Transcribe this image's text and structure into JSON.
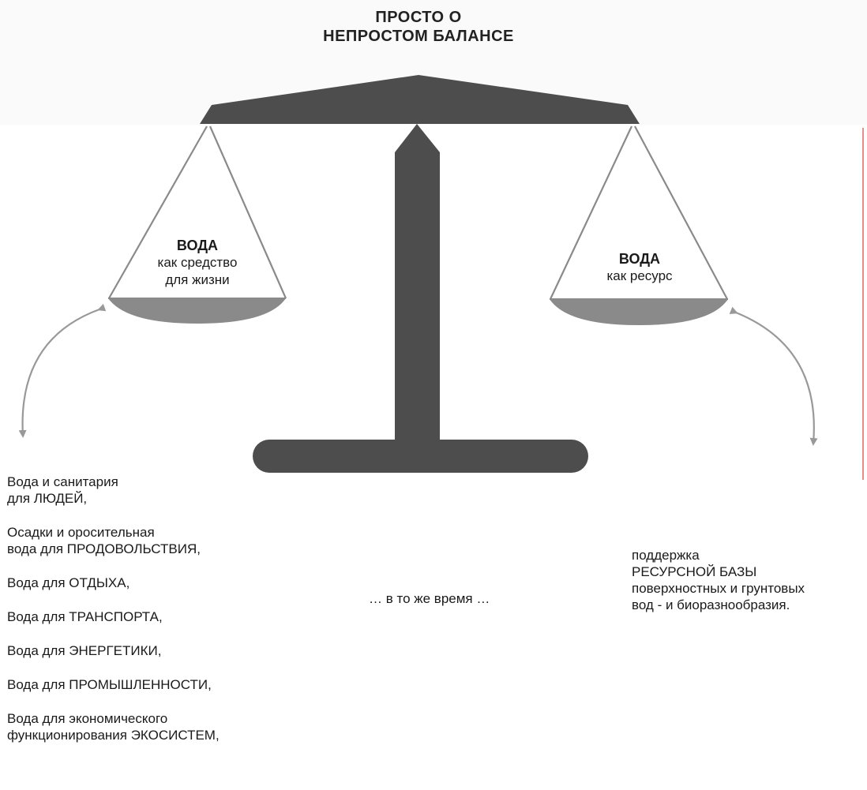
{
  "title": {
    "line1": "ПРОСТО О",
    "line2": "НЕПРОСТОМ  БАЛАНСЕ"
  },
  "left_pan": {
    "heading": "ВОДА",
    "line1": "как средство",
    "line2": "для жизни"
  },
  "right_pan": {
    "heading": "ВОДА",
    "line1": "как ресурс"
  },
  "left_list": [
    "Вода и санитария\nдля ЛЮДЕЙ,",
    "Осадки и оросительная\nвода для ПРОДОВОЛЬСТВИЯ,",
    "Вода для ОТДЫХА,",
    "Вода для ТРАНСПОРТА,",
    "Вода для ЭНЕРГЕТИКИ,",
    "Вода для ПРОМЫШЛЕННОСТИ,",
    "Вода для экономического\nфункционирования ЭКОСИСТЕМ,"
  ],
  "middle_text": "… в то же время …",
  "right_text": "поддержка\nРЕСУРСНОЙ БАЗЫ\nповерхностных и грунтовых\nвод - и биоразнообразия.",
  "colors": {
    "scale_body": "#4d4d4d",
    "pan_fill": "#8a8a8a",
    "strings": "#8a8a8a",
    "arrows": "#999999",
    "edge_line": "#e06666"
  }
}
